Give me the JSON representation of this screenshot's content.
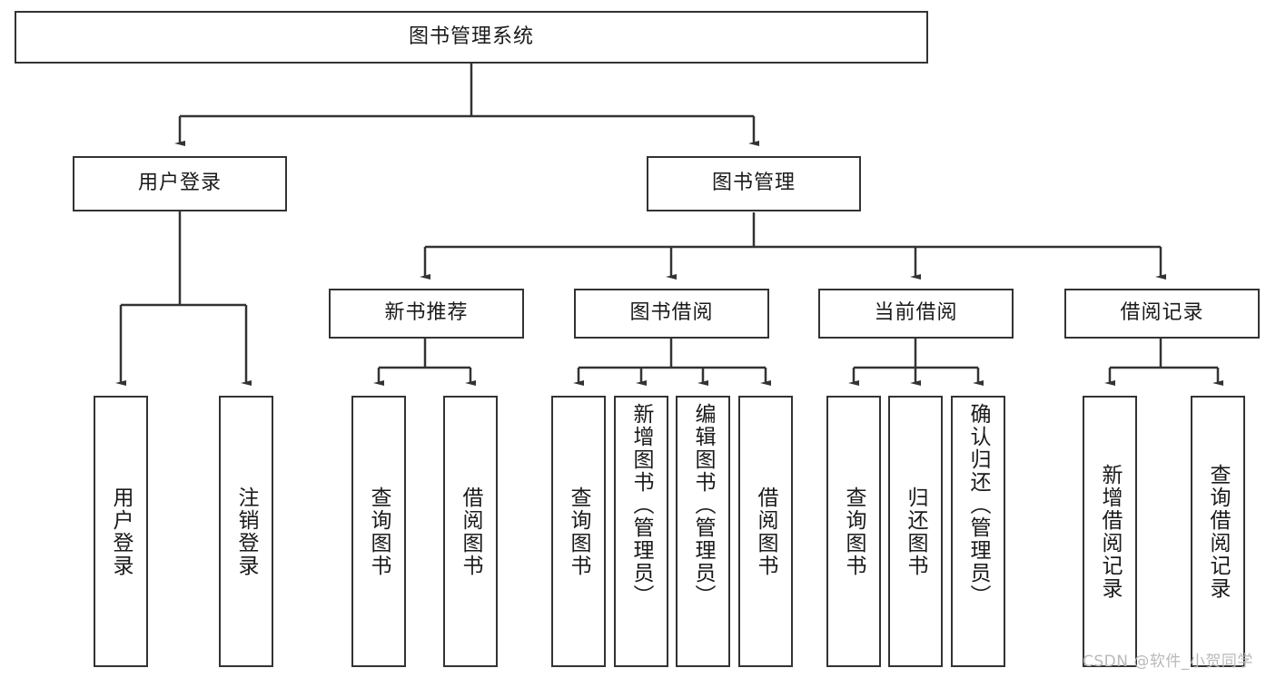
{
  "diagram": {
    "title": "图书管理系统",
    "type": "tree-hierarchy",
    "watermark": "CSDN @软件_小贺同学",
    "colors": {
      "stroke": "#333333",
      "background": "#ffffff",
      "text": "#1a1a1a",
      "watermark": "#b9b9b9"
    },
    "root": {
      "label": "图书管理系统"
    },
    "level2": [
      {
        "label": "用户登录"
      },
      {
        "label": "图书管理"
      }
    ],
    "level3": [
      {
        "label": "新书推荐"
      },
      {
        "label": "图书借阅"
      },
      {
        "label": "当前借阅"
      },
      {
        "label": "借阅记录"
      }
    ],
    "leaves": {
      "user_login": [
        {
          "label": "用户登录"
        },
        {
          "label": "注销登录"
        }
      ],
      "new_book_recommend": [
        {
          "label": "查询图书"
        },
        {
          "label": "借阅图书"
        }
      ],
      "book_borrow": [
        {
          "label": "查询图书"
        },
        {
          "label": "新增图书（管理员）"
        },
        {
          "label": "编辑图书（管理员）"
        },
        {
          "label": "借阅图书"
        }
      ],
      "current_borrow": [
        {
          "label": "查询图书"
        },
        {
          "label": "归还图书"
        },
        {
          "label": "确认归还（管理员）"
        }
      ],
      "borrow_record": [
        {
          "label": "新增借阅记录"
        },
        {
          "label": "查询借阅记录"
        }
      ]
    }
  }
}
